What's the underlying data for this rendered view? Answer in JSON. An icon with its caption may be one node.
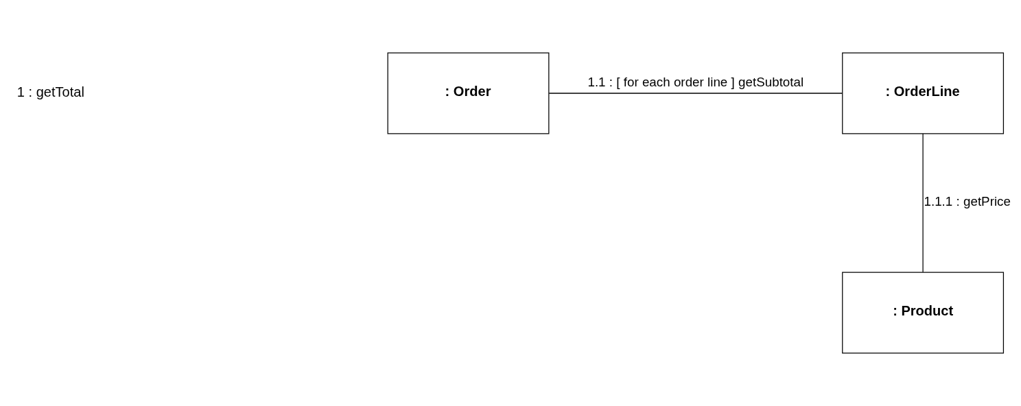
{
  "diagram": {
    "nodes": [
      {
        "text": [
          ": Order"
        ]
      },
      {
        "text": [
          ": OrderLine"
        ]
      },
      {
        "text": [
          ": Product"
        ]
      }
    ],
    "edges": [
      {
        "from": 0,
        "to": 1,
        "arrow": "none",
        "label": "1.1 : [ for each order line ] getSubtotal"
      },
      {
        "from": 1,
        "to": 2,
        "arrow": "none",
        "label": "1.1.1 : getPrice"
      }
    ],
    "labels": [
      "1 : getTotal"
    ]
  }
}
